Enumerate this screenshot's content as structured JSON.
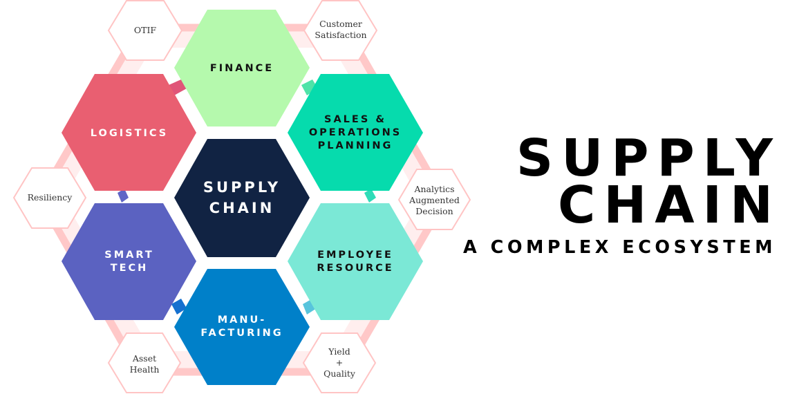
{
  "diagram": {
    "core": {
      "lines": [
        "SUPPLY",
        "CHAIN"
      ],
      "color": "#112343",
      "text_color": "#ffffff"
    },
    "segments": [
      {
        "id": "finance",
        "lines": [
          "FINANCE"
        ],
        "color": "#b5f9ad",
        "text_color": "#111111"
      },
      {
        "id": "sales-operations-planning",
        "lines": [
          "SALES &",
          "OPERATIONS",
          "PLANNING"
        ],
        "color": "#06dbad",
        "text_color": "#111111"
      },
      {
        "id": "employee-resource",
        "lines": [
          "EMPLOYEE",
          "RESOURCE"
        ],
        "color": "#7be8d6",
        "text_color": "#111111"
      },
      {
        "id": "manufacturing",
        "lines": [
          "MANU-",
          "FACTURING"
        ],
        "color": "#0080c9",
        "text_color": "#ffffff"
      },
      {
        "id": "smart-tech",
        "lines": [
          "SMART",
          "TECH"
        ],
        "color": "#5b62c1",
        "text_color": "#ffffff"
      },
      {
        "id": "logistics",
        "lines": [
          "LOGISTICS"
        ],
        "color": "#e95f71",
        "text_color": "#ffffff"
      }
    ],
    "metrics": [
      {
        "id": "otif",
        "lines": [
          "OTIF"
        ]
      },
      {
        "id": "customer-satisfaction",
        "lines": [
          "Customer",
          "Satisfaction"
        ]
      },
      {
        "id": "analytics-augmented-decision",
        "lines": [
          "Analytics",
          "Augmented",
          "Decision"
        ]
      },
      {
        "id": "yield-quality",
        "lines": [
          "Yield",
          "+",
          "Quality"
        ]
      },
      {
        "id": "asset-health",
        "lines": [
          "Asset",
          "Health"
        ]
      },
      {
        "id": "resiliency",
        "lines": [
          "Resiliency"
        ]
      }
    ],
    "connector_colors": {
      "band": "#ffc8c8",
      "fill": "#ffeeee",
      "metric_border": "#ffc4c4"
    }
  },
  "title": {
    "line1": "SUPPLY",
    "line2": "CHAIN",
    "subtitle": "A COMPLEX ECOSYSTEM"
  }
}
